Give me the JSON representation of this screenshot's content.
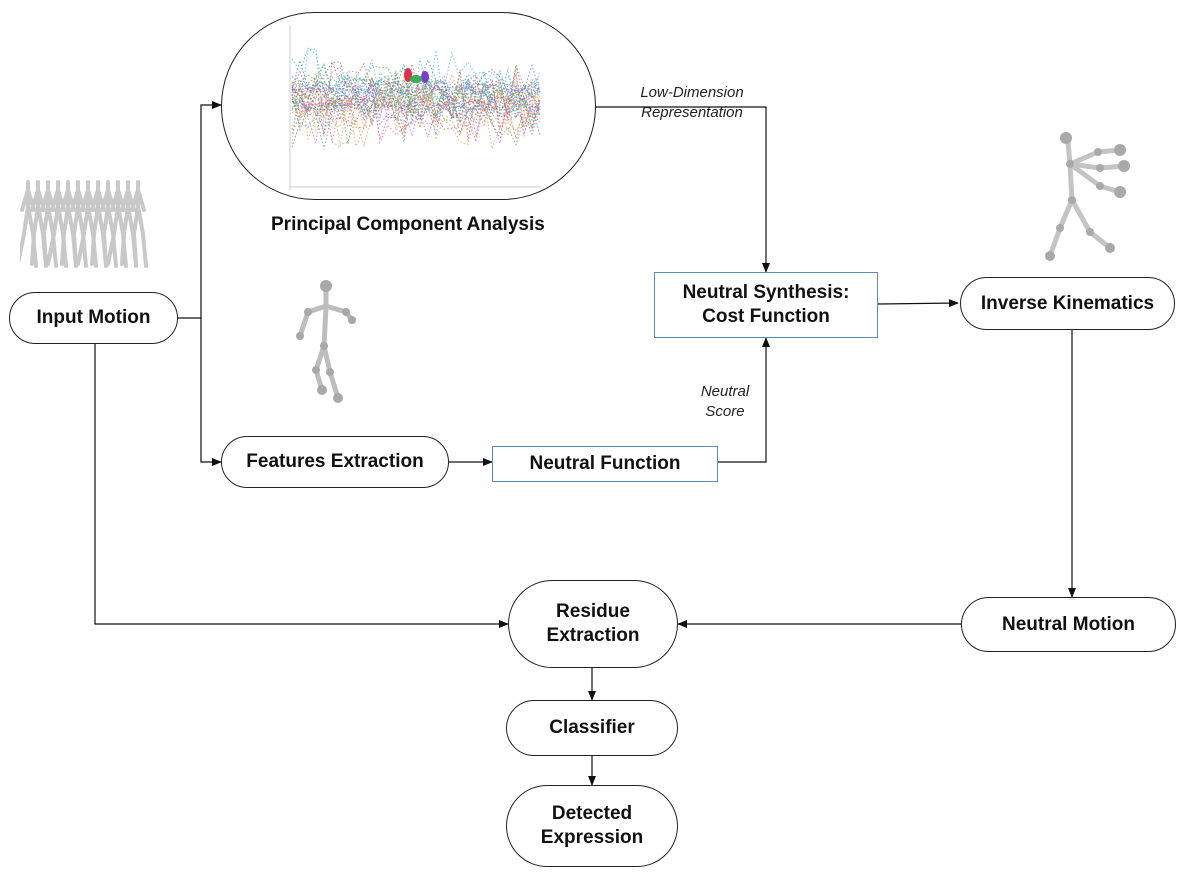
{
  "nodes": {
    "input_motion": "Input Motion",
    "features_extraction": "Features Extraction",
    "neutral_function": "Neutral Function",
    "neutral_synthesis": "Neutral Synthesis:\nCost Function",
    "inverse_kinematics": "Inverse Kinematics",
    "neutral_motion": "Neutral Motion",
    "residue_extraction": "Residue\nExtraction",
    "classifier": "Classifier",
    "detected_expression": "Detected\nExpression"
  },
  "captions": {
    "pca": "Principal Component Analysis"
  },
  "edge_labels": {
    "low_dimension": "Low-Dimension\nRepresentation",
    "neutral_score": "Neutral\nScore"
  },
  "colors": {
    "node_border": "#222222",
    "function_border": "#5b8bb6",
    "pca_series": [
      "#e04b4b",
      "#3aa65a",
      "#4a6fd6",
      "#c06ad8",
      "#e0a040",
      "#40b8c8"
    ]
  }
}
